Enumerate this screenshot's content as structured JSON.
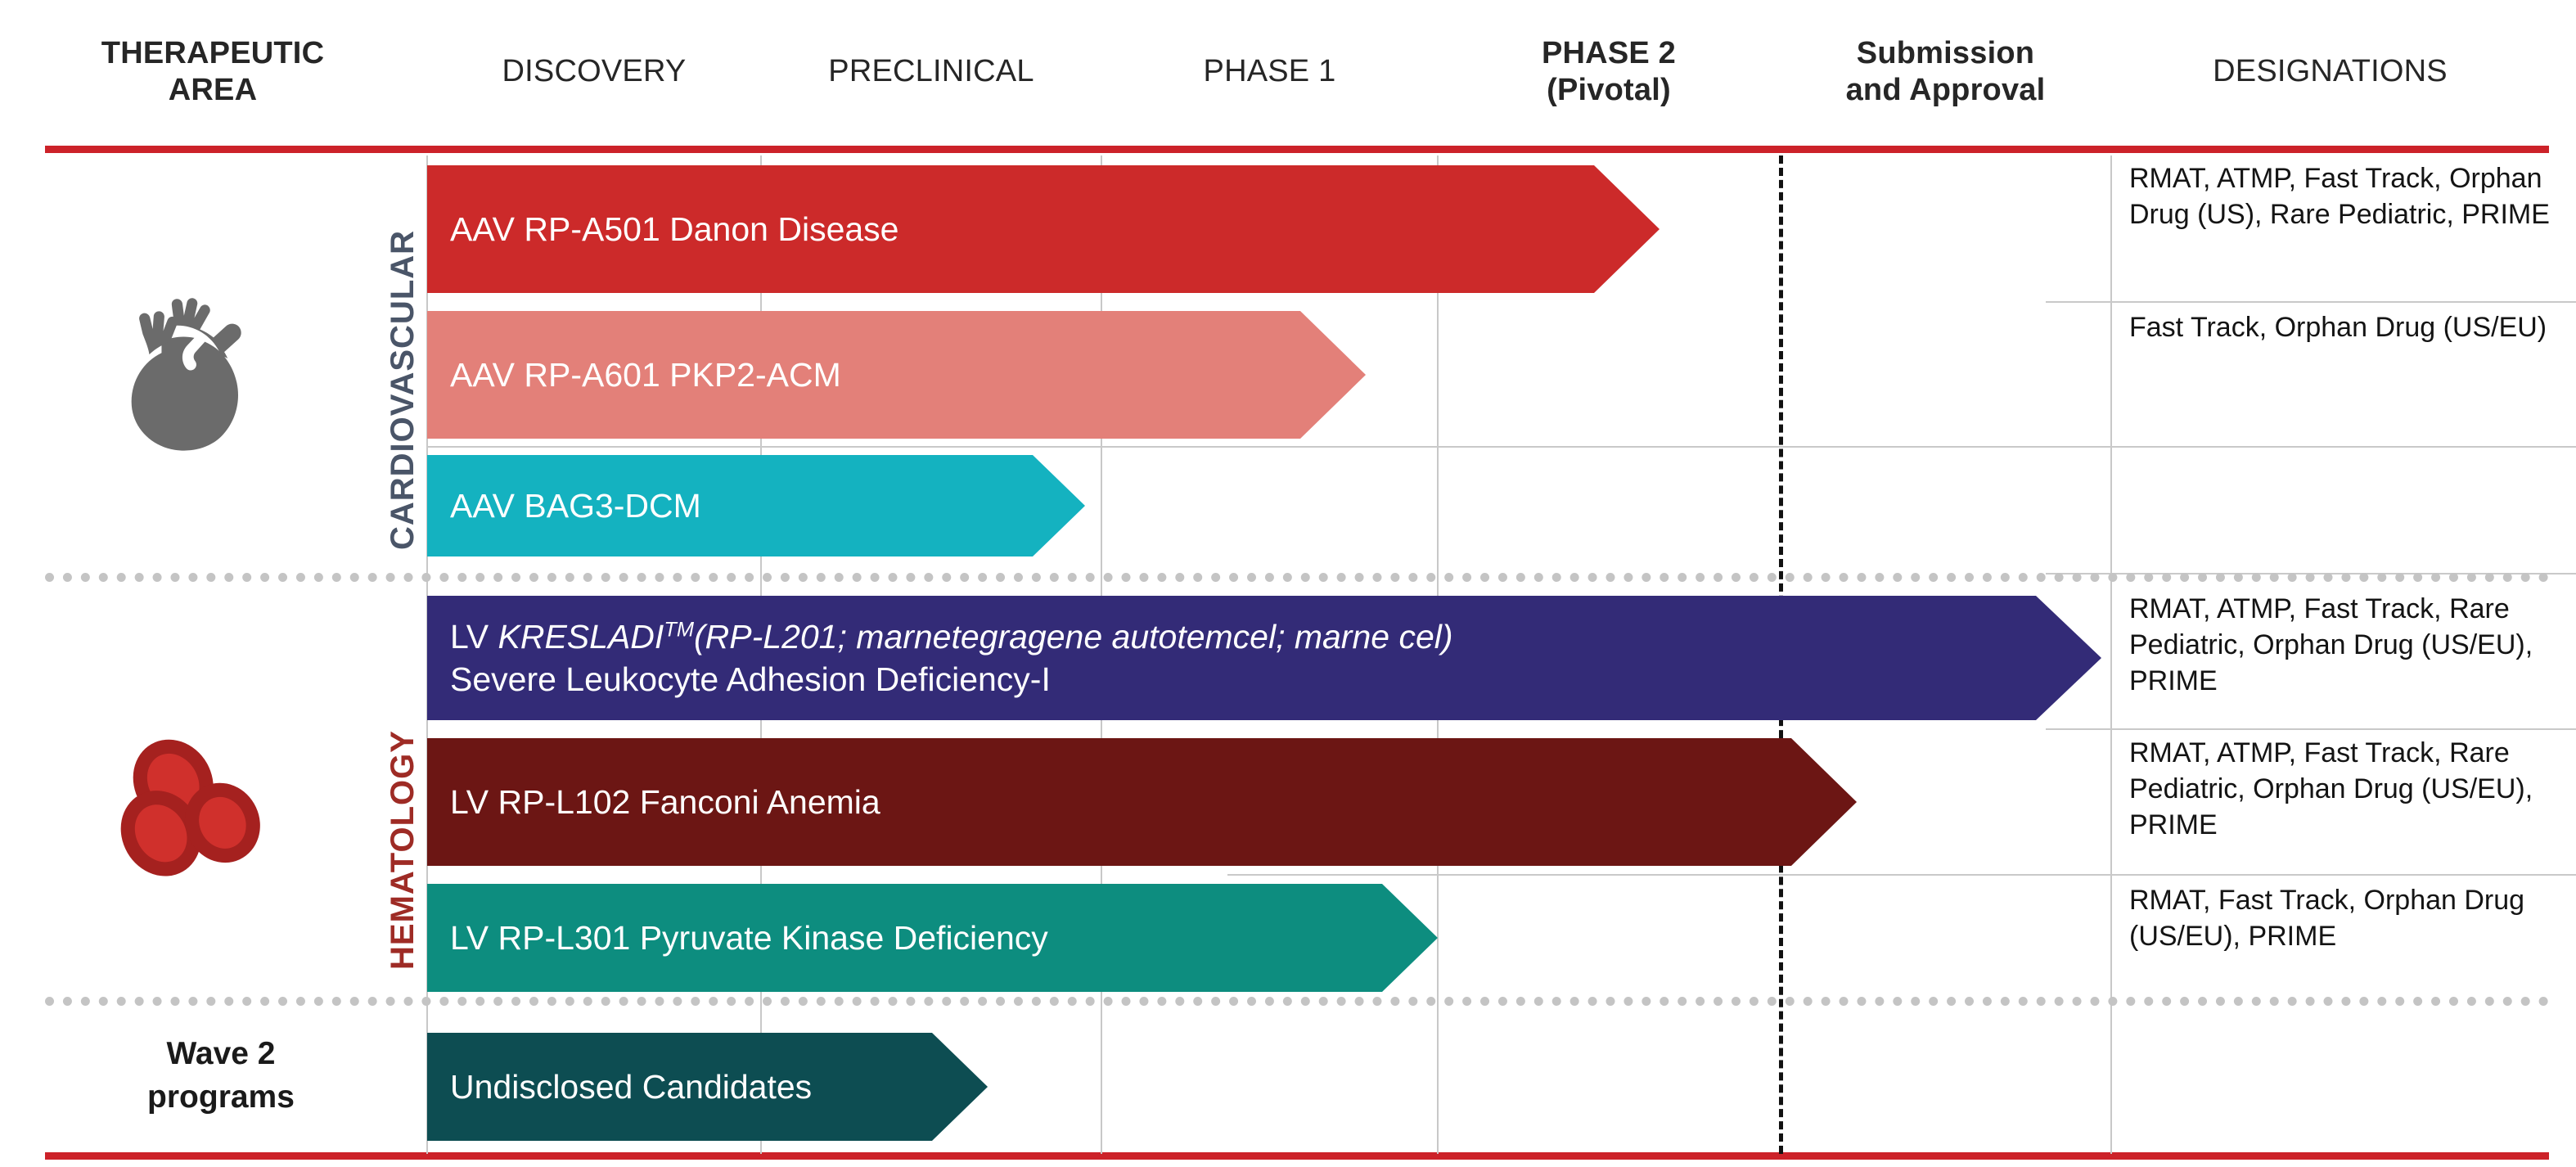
{
  "chart_data": {
    "type": "table",
    "title": "Clinical development pipeline",
    "stage_columns": [
      "DISCOVERY",
      "PRECLINICAL",
      "PHASE 1",
      "PHASE 2\n(Pivotal)",
      "Submission\nand Approval"
    ],
    "row_header": "THERAPEUTIC AREA",
    "designations_header": "DESIGNATIONS",
    "programs": [
      {
        "name": "AAV RP-A501 Danon Disease",
        "area": "CARDIOVASCULAR",
        "stage_end": "PHASE 1",
        "color": "#cc2a2a"
      },
      {
        "name": "AAV RP-A601 PKP2-ACM",
        "area": "CARDIOVASCULAR",
        "stage_end": "PHASE 1",
        "color": "#e38079"
      },
      {
        "name": "AAV BAG3-DCM",
        "area": "CARDIOVASCULAR",
        "stage_end": "PRECLINICAL",
        "color": "#14b2c0"
      },
      {
        "name": "LV KRESLADI (RP-L201; marnetegragene autotemcel; marne cel) Severe Leukocyte Adhesion Deficiency-I",
        "area": "HEMATOLOGY",
        "stage_end": "Submission and Approval",
        "color": "#332b77"
      },
      {
        "name": "LV RP-L102 Fanconi Anemia",
        "area": "HEMATOLOGY",
        "stage_end": "PHASE 2 (Pivotal)",
        "color": "#6c1614"
      },
      {
        "name": "LV RP-L301 Pyruvate Kinase Deficiency",
        "area": "HEMATOLOGY",
        "stage_end": "PHASE 1",
        "color": "#0d8d7f"
      },
      {
        "name": "Undisclosed Candidates",
        "area": "Wave 2 programs",
        "stage_end": "PRECLINICAL",
        "color": "#0d4d52"
      }
    ]
  },
  "header": {
    "therapeutic_area_line1": "THERAPEUTIC",
    "therapeutic_area_line2": "AREA",
    "discovery": "DISCOVERY",
    "preclinical": "PRECLINICAL",
    "phase1": "PHASE 1",
    "phase2_line1": "PHASE 2",
    "phase2_line2": "(Pivotal)",
    "submission_line1": "Submission",
    "submission_line2": "and Approval",
    "designations": "DESIGNATIONS"
  },
  "areas": {
    "cardiovascular": "CARDIOVASCULAR",
    "hematology": "HEMATOLOGY",
    "wave2_line1": "Wave 2",
    "wave2_line2": "programs"
  },
  "rows": {
    "danon": {
      "label": "AAV RP-A501 Danon Disease",
      "designations": "RMAT, ATMP, Fast Track, Orphan Drug (US), Rare Pediatric, PRIME"
    },
    "pkp2": {
      "label": "AAV RP-A601 PKP2-ACM",
      "designations": "Fast Track, Orphan Drug (US/EU)"
    },
    "bag3": {
      "label": "AAV BAG3-DCM",
      "designations": ""
    },
    "kresladi": {
      "label_prefix": "LV ",
      "label_brand": "KRESLADI",
      "label_tm": "TM",
      "label_italic": "(RP-L201; marnetegragene autotemcel; marne cel)",
      "label_line2": "Severe Leukocyte Adhesion Deficiency-I",
      "designations": "RMAT, ATMP, Fast Track, Rare Pediatric, Orphan Drug (US/EU), PRIME"
    },
    "fanconi": {
      "label": "LV RP-L102 Fanconi Anemia",
      "designations": "RMAT, ATMP, Fast Track, Rare Pediatric, Orphan Drug (US/EU), PRIME"
    },
    "pkd": {
      "label": "LV RP-L301 Pyruvate Kinase Deficiency",
      "designations": "RMAT, Fast Track, Orphan Drug (US/EU), PRIME"
    },
    "undisclosed": {
      "label": "Undisclosed Candidates",
      "designations": ""
    }
  },
  "colors": {
    "accent_red": "#cc2229",
    "danon_bar": "#cc2a2a",
    "pkp2_bar": "#e38079",
    "bag3_bar": "#14b2c0",
    "kresladi_bar": "#332b77",
    "fanconi_bar": "#6c1614",
    "pkd_bar": "#0d8d7f",
    "undisclosed_bar": "#0d4d52",
    "cardiovascular_label": "#4a5568",
    "hematology_label": "#9e2b25",
    "heart_icon": "#6b6b6b",
    "blood_icon": "#b22222"
  },
  "icons": {
    "heart": "heart-icon",
    "blood_cells": "blood-cells-icon"
  }
}
